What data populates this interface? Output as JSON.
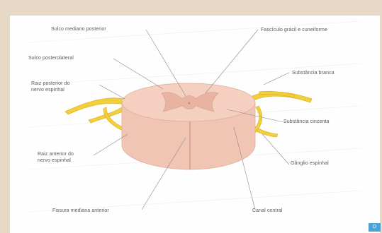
{
  "labels": {
    "sulcus_medio_posterior": "Sulco mediano posterior",
    "sulcus_posterolateral": "Sulco posterolateral",
    "raiz_posterior": "Raiz posterior do\nnervo espinhal",
    "fasciculo_gracil": "Fascículo grácil e cuneiforme",
    "substancia_branca": "Substância branca",
    "substancia_cinzenta": "Substância cinzenta",
    "raiz_anterior": "Raiz anterior do\nnervo espinhal",
    "fissura_mediana": "Fissura mediana anterior",
    "canal_central": "Canal central",
    "gangl_espinhal": "Gânglio espinhal"
  },
  "colors": {
    "cord_outer": "#f5d0c0",
    "cord_gray": "#ebb7a6",
    "nerve": "#f3cf3c",
    "frame": "#e7d9c6",
    "badge": "#4aa3d8"
  },
  "badge": "D"
}
